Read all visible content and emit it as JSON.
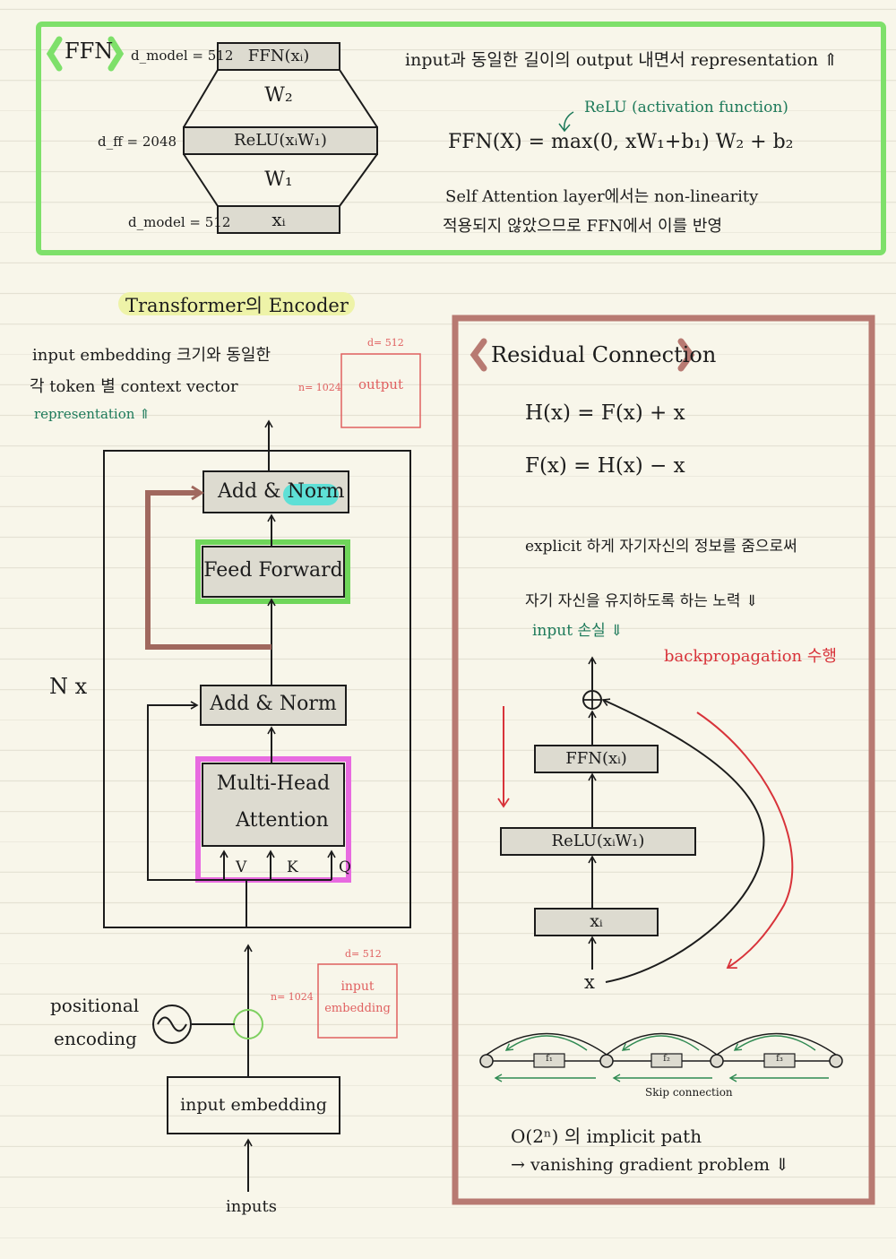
{
  "colors": {
    "ffn_frame": "#7ee06a",
    "residual_frame": "#b87a72",
    "highlight_yellow": "#eef3a8",
    "norm_cyan": "#5ee0d6",
    "multihead_pink": "#e86ae0",
    "feedforward_green": "#6fd65a",
    "red_text": "#d8333a",
    "teal_text": "#1d7a5a",
    "box_fill": "#dddbd0"
  },
  "ffn": {
    "tag": "FFN",
    "dmodel_top": "d_model = 512",
    "dff": "d_ff = 2048",
    "dmodel_bottom": "d_model = 512",
    "box_top": "FFN(xᵢ)",
    "w2": "W₂",
    "box_mid": "ReLU(xᵢW₁)",
    "w1": "W₁",
    "box_bottom": "xᵢ",
    "note_top": "input과 동일한 길이의 output 내면서 representation ⇑",
    "relu_note": "ReLU (activation function)",
    "formula": "FFN(X) = max(0, xW₁+b₁) W₂ + b₂",
    "note_line1": "Self Attention layer에서는 non-linearity",
    "note_line2": "적용되지 않았으므로 FFN에서 이를 반영"
  },
  "encoder": {
    "title": "Transformer의 Encoder",
    "out_note1": "input embedding 크기와 동일한",
    "out_note2": "각 token 별 context vector",
    "out_note3": "representation ⇑",
    "out_d": "d= 512",
    "out_n": "n= 1024",
    "out_box": "output",
    "add_norm_top_a": "Add & ",
    "add_norm_top_b": "Norm",
    "feed_forward": "Feed Forward",
    "nx": "N x",
    "add_norm_bottom": "Add & Norm",
    "mha_line1": "Multi-Head",
    "mha_line2": "Attention",
    "v": "V",
    "k": "K",
    "q": "Q",
    "in_d": "d= 512",
    "in_n": "n= 1024",
    "in_box_line1": "input",
    "in_box_line2": "embedding",
    "pos_line1": "positional",
    "pos_line2": "encoding",
    "input_embedding": "input embedding",
    "inputs": "inputs"
  },
  "residual": {
    "tag": "Residual Connection",
    "eq1": "H(x) = F(x) + x",
    "eq2": "F(x) = H(x) − x",
    "note1": "explicit 하게 자기자신의 정보를 줌으로써",
    "note2": "자기 자신을 유지하도록 하는 노력 ⇓",
    "note3": "input 손실 ⇓",
    "backprop_a": "backpropagation",
    "backprop_b": "수행",
    "box_ffn": "FFN(xᵢ)",
    "box_relu": "ReLU(xᵢW₁)",
    "box_x": "xᵢ",
    "x_label": "x",
    "f1": "f₁",
    "f2": "f₂",
    "f3": "f₃",
    "skip": "Skip connection",
    "implicit": "O(2ⁿ) 의 implicit path",
    "vanishing": "→ vanishing gradient problem ⇓"
  }
}
